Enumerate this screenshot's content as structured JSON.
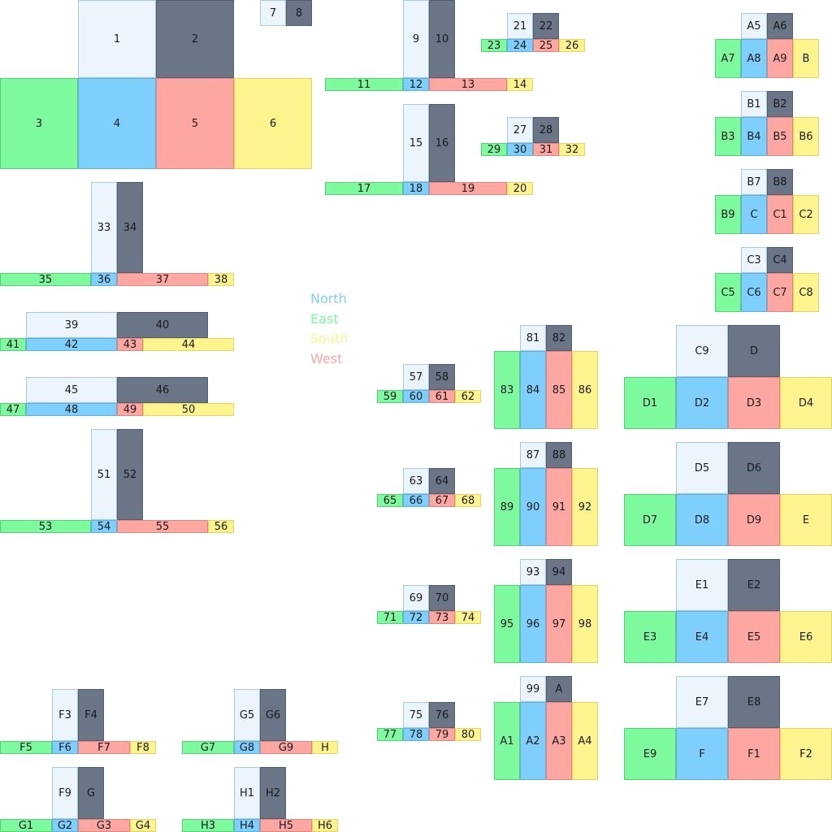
{
  "legend": [
    {
      "label": "North",
      "color": "#7fcffd"
    },
    {
      "label": "East",
      "color": "#7efa9e"
    },
    {
      "label": "South",
      "color": "#fdf48e"
    },
    {
      "label": "West",
      "color": "#fda7a3"
    }
  ],
  "tiles": [
    {
      "label": "1",
      "color": "l"
    },
    {
      "label": "2",
      "color": "d"
    },
    {
      "label": "3",
      "color": "e"
    },
    {
      "label": "4",
      "color": "n"
    },
    {
      "label": "5",
      "color": "w"
    },
    {
      "label": "6",
      "color": "s"
    },
    {
      "label": "7",
      "color": "l"
    },
    {
      "label": "8",
      "color": "d"
    },
    {
      "label": "9",
      "color": "l"
    },
    {
      "label": "10",
      "color": "d"
    },
    {
      "label": "11",
      "color": "e"
    },
    {
      "label": "12",
      "color": "n"
    },
    {
      "label": "13",
      "color": "w"
    },
    {
      "label": "14",
      "color": "s"
    },
    {
      "label": "15",
      "color": "l"
    },
    {
      "label": "16",
      "color": "d"
    },
    {
      "label": "17",
      "color": "e"
    },
    {
      "label": "18",
      "color": "n"
    },
    {
      "label": "19",
      "color": "w"
    },
    {
      "label": "20",
      "color": "s"
    },
    {
      "label": "21",
      "color": "l"
    },
    {
      "label": "22",
      "color": "d"
    },
    {
      "label": "23",
      "color": "e"
    },
    {
      "label": "24",
      "color": "n"
    },
    {
      "label": "25",
      "color": "w"
    },
    {
      "label": "26",
      "color": "s"
    },
    {
      "label": "27",
      "color": "l"
    },
    {
      "label": "28",
      "color": "d"
    },
    {
      "label": "29",
      "color": "e"
    },
    {
      "label": "30",
      "color": "n"
    },
    {
      "label": "31",
      "color": "w"
    },
    {
      "label": "32",
      "color": "s"
    },
    {
      "label": "33",
      "color": "l"
    },
    {
      "label": "34",
      "color": "d"
    },
    {
      "label": "35",
      "color": "e"
    },
    {
      "label": "36",
      "color": "n"
    },
    {
      "label": "37",
      "color": "w"
    },
    {
      "label": "38",
      "color": "s"
    },
    {
      "label": "39",
      "color": "l"
    },
    {
      "label": "40",
      "color": "d"
    },
    {
      "label": "41",
      "color": "e"
    },
    {
      "label": "42",
      "color": "n"
    },
    {
      "label": "43",
      "color": "w"
    },
    {
      "label": "44",
      "color": "s"
    },
    {
      "label": "45",
      "color": "l"
    },
    {
      "label": "46",
      "color": "d"
    },
    {
      "label": "47",
      "color": "e"
    },
    {
      "label": "48",
      "color": "n"
    },
    {
      "label": "49",
      "color": "w"
    },
    {
      "label": "50",
      "color": "s"
    },
    {
      "label": "51",
      "color": "l"
    },
    {
      "label": "52",
      "color": "d"
    },
    {
      "label": "53",
      "color": "e"
    },
    {
      "label": "54",
      "color": "n"
    },
    {
      "label": "55",
      "color": "w"
    },
    {
      "label": "56",
      "color": "s"
    },
    {
      "label": "57",
      "color": "l"
    },
    {
      "label": "58",
      "color": "d"
    },
    {
      "label": "59",
      "color": "e"
    },
    {
      "label": "60",
      "color": "n"
    },
    {
      "label": "61",
      "color": "w"
    },
    {
      "label": "62",
      "color": "s"
    },
    {
      "label": "63",
      "color": "l"
    },
    {
      "label": "64",
      "color": "d"
    },
    {
      "label": "65",
      "color": "e"
    },
    {
      "label": "66",
      "color": "n"
    },
    {
      "label": "67",
      "color": "w"
    },
    {
      "label": "68",
      "color": "s"
    },
    {
      "label": "69",
      "color": "l"
    },
    {
      "label": "70",
      "color": "d"
    },
    {
      "label": "71",
      "color": "e"
    },
    {
      "label": "72",
      "color": "n"
    },
    {
      "label": "73",
      "color": "w"
    },
    {
      "label": "74",
      "color": "s"
    },
    {
      "label": "75",
      "color": "l"
    },
    {
      "label": "76",
      "color": "d"
    },
    {
      "label": "77",
      "color": "e"
    },
    {
      "label": "78",
      "color": "n"
    },
    {
      "label": "79",
      "color": "w"
    },
    {
      "label": "80",
      "color": "s"
    },
    {
      "label": "81",
      "color": "l"
    },
    {
      "label": "82",
      "color": "d"
    },
    {
      "label": "83",
      "color": "e"
    },
    {
      "label": "84",
      "color": "n"
    },
    {
      "label": "85",
      "color": "w"
    },
    {
      "label": "86",
      "color": "s"
    },
    {
      "label": "87",
      "color": "l"
    },
    {
      "label": "88",
      "color": "d"
    },
    {
      "label": "89",
      "color": "e"
    },
    {
      "label": "90",
      "color": "n"
    },
    {
      "label": "91",
      "color": "w"
    },
    {
      "label": "92",
      "color": "s"
    },
    {
      "label": "93",
      "color": "l"
    },
    {
      "label": "94",
      "color": "d"
    },
    {
      "label": "95",
      "color": "e"
    },
    {
      "label": "96",
      "color": "n"
    },
    {
      "label": "97",
      "color": "w"
    },
    {
      "label": "98",
      "color": "s"
    },
    {
      "label": "99",
      "color": "l"
    },
    {
      "label": "A",
      "color": "d"
    },
    {
      "label": "A1",
      "color": "e"
    },
    {
      "label": "A2",
      "color": "n"
    },
    {
      "label": "A3",
      "color": "w"
    },
    {
      "label": "A4",
      "color": "s"
    },
    {
      "label": "A5",
      "color": "l"
    },
    {
      "label": "A6",
      "color": "d"
    },
    {
      "label": "A7",
      "color": "e"
    },
    {
      "label": "A8",
      "color": "n"
    },
    {
      "label": "A9",
      "color": "w"
    },
    {
      "label": "B",
      "color": "s"
    },
    {
      "label": "B1",
      "color": "l"
    },
    {
      "label": "B2",
      "color": "d"
    },
    {
      "label": "B3",
      "color": "e"
    },
    {
      "label": "B4",
      "color": "n"
    },
    {
      "label": "B5",
      "color": "w"
    },
    {
      "label": "B6",
      "color": "s"
    },
    {
      "label": "B7",
      "color": "l"
    },
    {
      "label": "B8",
      "color": "d"
    },
    {
      "label": "B9",
      "color": "e"
    },
    {
      "label": "C",
      "color": "n"
    },
    {
      "label": "C1",
      "color": "w"
    },
    {
      "label": "C2",
      "color": "s"
    },
    {
      "label": "C3",
      "color": "l"
    },
    {
      "label": "C4",
      "color": "d"
    },
    {
      "label": "C5",
      "color": "e"
    },
    {
      "label": "C6",
      "color": "n"
    },
    {
      "label": "C7",
      "color": "w"
    },
    {
      "label": "C8",
      "color": "s"
    },
    {
      "label": "C9",
      "color": "l"
    },
    {
      "label": "D",
      "color": "d"
    },
    {
      "label": "D1",
      "color": "e"
    },
    {
      "label": "D2",
      "color": "n"
    },
    {
      "label": "D3",
      "color": "w"
    },
    {
      "label": "D4",
      "color": "s"
    },
    {
      "label": "D5",
      "color": "l"
    },
    {
      "label": "D6",
      "color": "d"
    },
    {
      "label": "D7",
      "color": "e"
    },
    {
      "label": "D8",
      "color": "n"
    },
    {
      "label": "D9",
      "color": "w"
    },
    {
      "label": "E",
      "color": "s"
    },
    {
      "label": "E1",
      "color": "l"
    },
    {
      "label": "E2",
      "color": "d"
    },
    {
      "label": "E3",
      "color": "e"
    },
    {
      "label": "E4",
      "color": "n"
    },
    {
      "label": "E5",
      "color": "w"
    },
    {
      "label": "E6",
      "color": "s"
    },
    {
      "label": "E7",
      "color": "l"
    },
    {
      "label": "E8",
      "color": "d"
    },
    {
      "label": "E9",
      "color": "e"
    },
    {
      "label": "F",
      "color": "n"
    },
    {
      "label": "F1",
      "color": "w"
    },
    {
      "label": "F2",
      "color": "s"
    },
    {
      "label": "F3",
      "color": "l"
    },
    {
      "label": "F4",
      "color": "d"
    },
    {
      "label": "F5",
      "color": "e"
    },
    {
      "label": "F6",
      "color": "n"
    },
    {
      "label": "F7",
      "color": "w"
    },
    {
      "label": "F8",
      "color": "s"
    },
    {
      "label": "F9",
      "color": "l"
    },
    {
      "label": "G",
      "color": "d"
    },
    {
      "label": "G1",
      "color": "e"
    },
    {
      "label": "G2",
      "color": "n"
    },
    {
      "label": "G3",
      "color": "w"
    },
    {
      "label": "G4",
      "color": "s"
    },
    {
      "label": "G5",
      "color": "l"
    },
    {
      "label": "G6",
      "color": "d"
    },
    {
      "label": "G7",
      "color": "e"
    },
    {
      "label": "G8",
      "color": "n"
    },
    {
      "label": "G9",
      "color": "w"
    },
    {
      "label": "H",
      "color": "s"
    },
    {
      "label": "H1",
      "color": "l"
    },
    {
      "label": "H2",
      "color": "d"
    },
    {
      "label": "H3",
      "color": "e"
    },
    {
      "label": "H4",
      "color": "n"
    },
    {
      "label": "H5",
      "color": "w"
    },
    {
      "label": "H6",
      "color": "s"
    }
  ]
}
